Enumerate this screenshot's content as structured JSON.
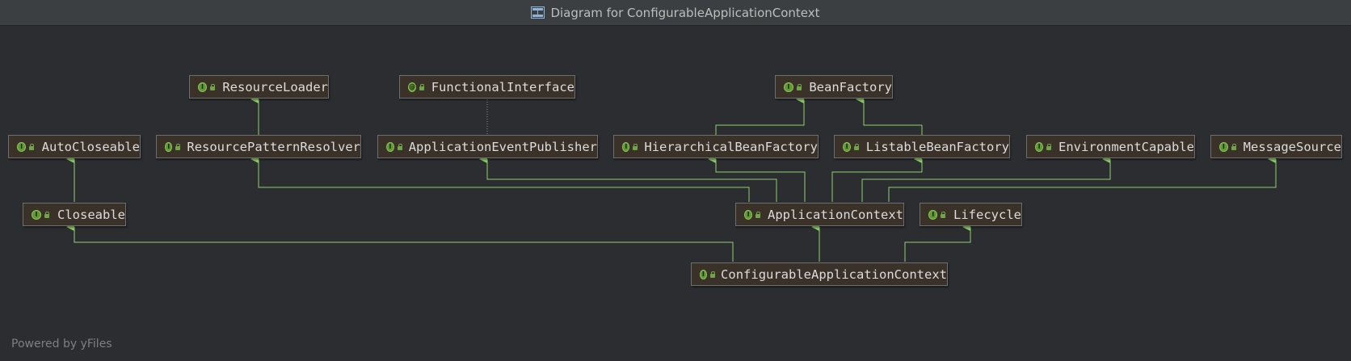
{
  "window": {
    "title": "Diagram for ConfigurableApplicationContext",
    "title_icon": "diagram-icon"
  },
  "nodes": {
    "resource_loader": {
      "label": "ResourceLoader",
      "badge": "I"
    },
    "functional_interface": {
      "label": "FunctionalInterface",
      "badge": "@"
    },
    "bean_factory": {
      "label": "BeanFactory",
      "badge": "I"
    },
    "auto_closeable": {
      "label": "AutoCloseable",
      "badge": "I"
    },
    "resource_pattern_resolver": {
      "label": "ResourcePatternResolver",
      "badge": "I"
    },
    "application_event_publisher": {
      "label": "ApplicationEventPublisher",
      "badge": "I"
    },
    "hierarchical_bean_factory": {
      "label": "HierarchicalBeanFactory",
      "badge": "I"
    },
    "listable_bean_factory": {
      "label": "ListableBeanFactory",
      "badge": "I"
    },
    "environment_capable": {
      "label": "EnvironmentCapable",
      "badge": "I"
    },
    "message_source": {
      "label": "MessageSource",
      "badge": "I"
    },
    "closeable": {
      "label": "Closeable",
      "badge": "I"
    },
    "application_context": {
      "label": "ApplicationContext",
      "badge": "I"
    },
    "lifecycle": {
      "label": "Lifecycle",
      "badge": "I"
    },
    "configurable_application_context": {
      "label": "ConfigurableApplicationContext",
      "badge": "I"
    }
  },
  "footer": {
    "text": "Powered by yFiles"
  },
  "colors": {
    "edge": "#8fce6a",
    "annotation_edge": "#8a8a8a",
    "node_bg": "#3a3129",
    "badge": "#5f9a32"
  }
}
